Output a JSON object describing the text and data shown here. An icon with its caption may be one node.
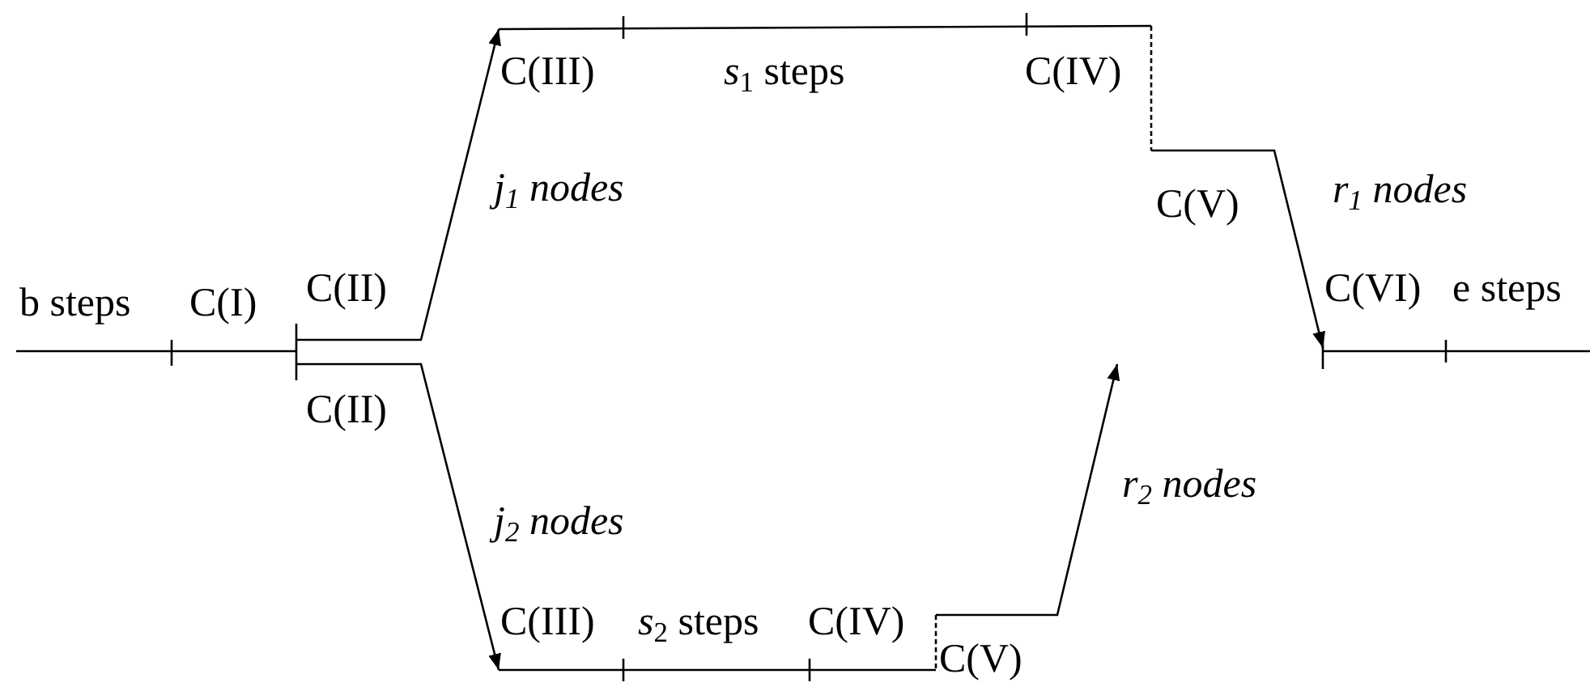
{
  "diagram": {
    "labels": [
      "C(III)",
      "*s*$_{1}$ steps",
      "C(IV)",
      "j$_{1}$ nodes",
      "C(V)",
      "r$_{1}$ nodes",
      "b steps",
      "C(I)",
      "C(II)",
      "C(VI)",
      "e steps",
      "C(II)",
      "r$_{2}$ nodes",
      "j$_{2}$ nodes",
      "C(III)",
      "*s*$_{2}$ steps",
      "C(IV)",
      "C(V)"
    ]
  }
}
